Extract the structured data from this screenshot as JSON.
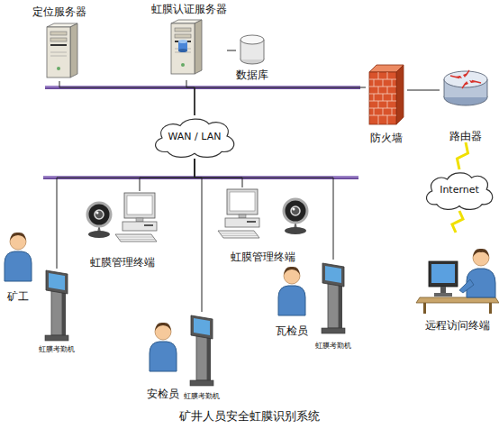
{
  "diagram": {
    "caption": "矿井人员安全虹膜识别系统",
    "nodes": [
      {
        "text": [
          "定位服务器"
        ]
      },
      {
        "text": [
          "虹膜认证服务器"
        ]
      },
      {
        "text": [
          "数据库"
        ]
      },
      {
        "text": [
          "防火墙"
        ]
      },
      {
        "text": [
          "路由器"
        ]
      },
      {
        "text": [
          "WAN / LAN"
        ]
      },
      {
        "text": [
          "Internet"
        ]
      },
      {
        "text": [
          "虹膜管理终端"
        ]
      },
      {
        "text": [
          "虹膜管理终端"
        ]
      },
      {
        "text": [
          "矿工"
        ]
      },
      {
        "text": [
          "虹膜考勤机"
        ]
      },
      {
        "text": [
          "远程访问终端"
        ]
      },
      {
        "text": [
          "瓦检员"
        ]
      },
      {
        "text": [
          "虹膜考勤机"
        ]
      },
      {
        "text": [
          "安检员"
        ]
      },
      {
        "text": [
          "虹膜考勤机"
        ]
      }
    ],
    "edges": [
      {
        "from": 0,
        "to": 5,
        "arrow": "none"
      },
      {
        "from": 1,
        "to": 5,
        "arrow": "none"
      },
      {
        "from": 1,
        "to": 2,
        "arrow": "none"
      },
      {
        "from": 5,
        "to": 3,
        "arrow": "none"
      },
      {
        "from": 3,
        "to": 4,
        "arrow": "none"
      },
      {
        "from": 4,
        "to": 6,
        "arrow": "none"
      },
      {
        "from": 6,
        "to": 11,
        "arrow": "none"
      },
      {
        "from": 5,
        "to": 10,
        "arrow": "none"
      },
      {
        "from": 5,
        "to": 7,
        "arrow": "none"
      },
      {
        "from": 5,
        "to": 15,
        "arrow": "none"
      },
      {
        "from": 5,
        "to": 8,
        "arrow": "none"
      },
      {
        "from": 5,
        "to": 13,
        "arrow": "none"
      }
    ]
  }
}
